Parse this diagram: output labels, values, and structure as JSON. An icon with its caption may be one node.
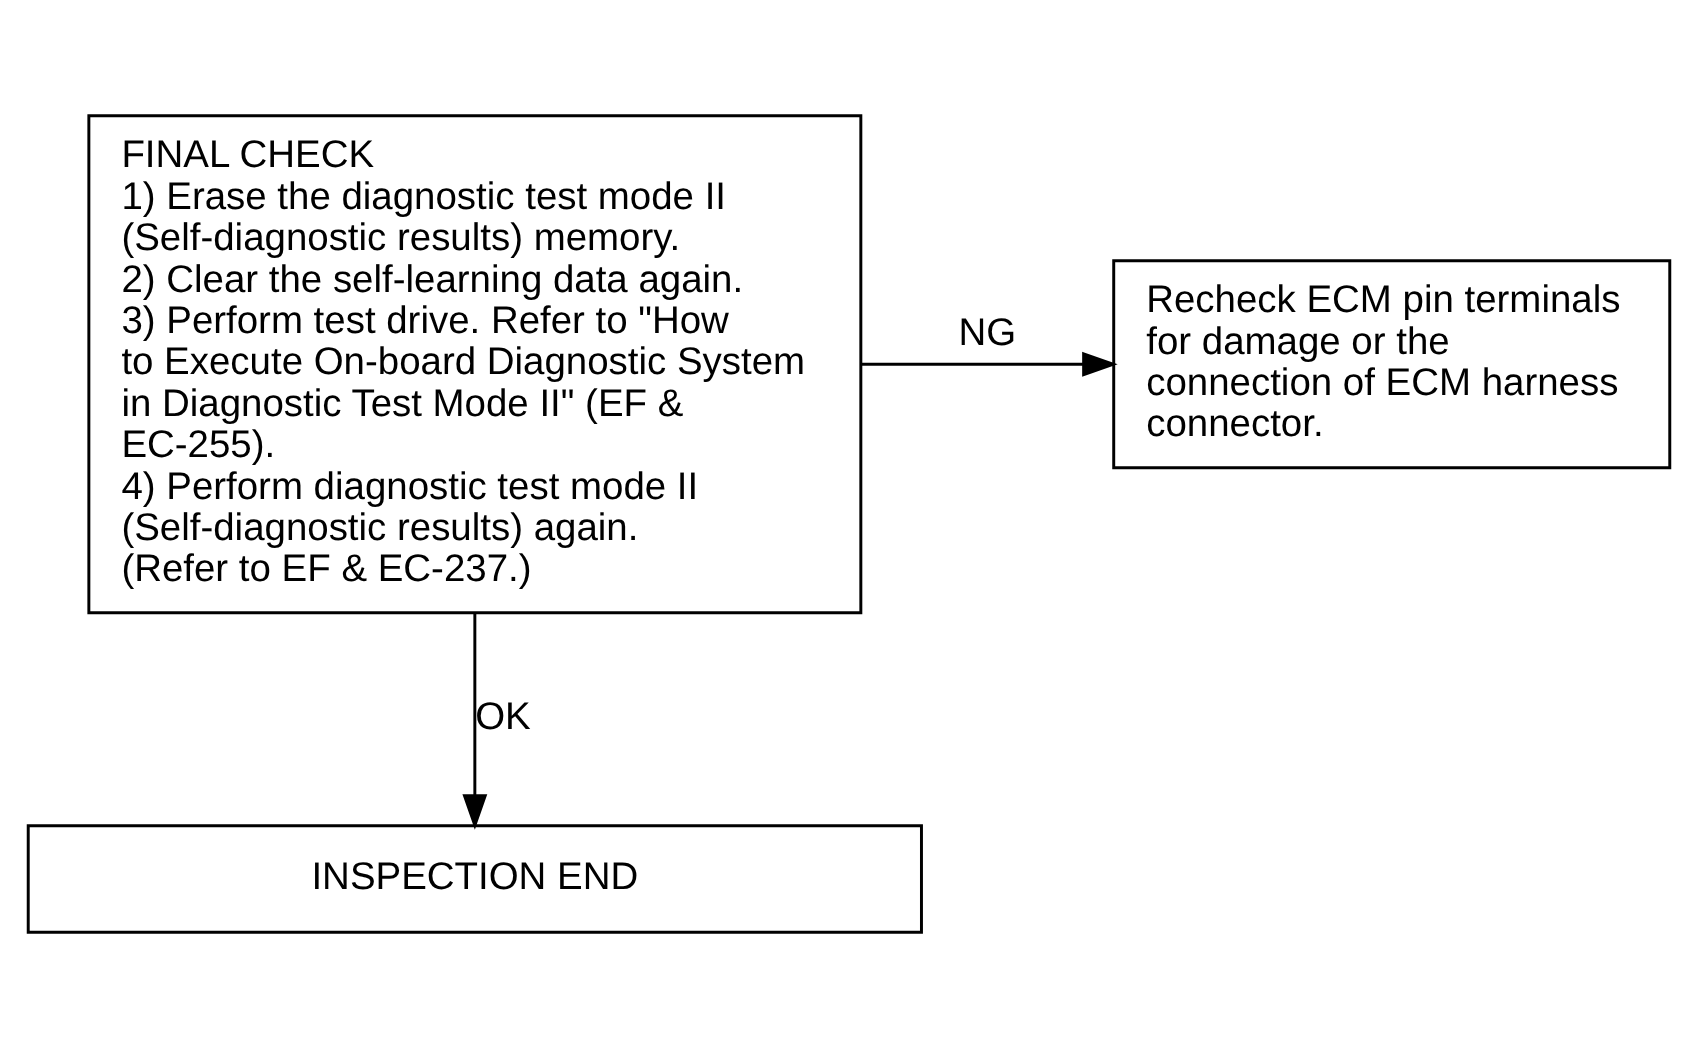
{
  "diagram": {
    "nodes": [
      {
        "text": [
          "FINAL CHECK",
          "1) Erase the diagnostic test mode II (Self-diagnostic results) memory.",
          "2) Clear the self-learning data again.",
          "3) Perform test drive. Refer to \"How to Execute On-board Diagnostic System in Diagnostic Test Mode II\" (EF & EC-255).",
          "4) Perform diagnostic test mode II (Self-diagnostic results) again. (Refer to EF & EC-237.)"
        ]
      },
      {
        "text": [
          "Recheck ECM pin terminals for damage or the connection of ECM harness connector."
        ]
      },
      {
        "text": [
          "INSPECTION END"
        ]
      }
    ],
    "edges": [
      {
        "from": 0,
        "to": 1,
        "arrow": "to",
        "label": "NG"
      },
      {
        "from": 0,
        "to": 2,
        "arrow": "to",
        "label": "OK"
      }
    ]
  }
}
